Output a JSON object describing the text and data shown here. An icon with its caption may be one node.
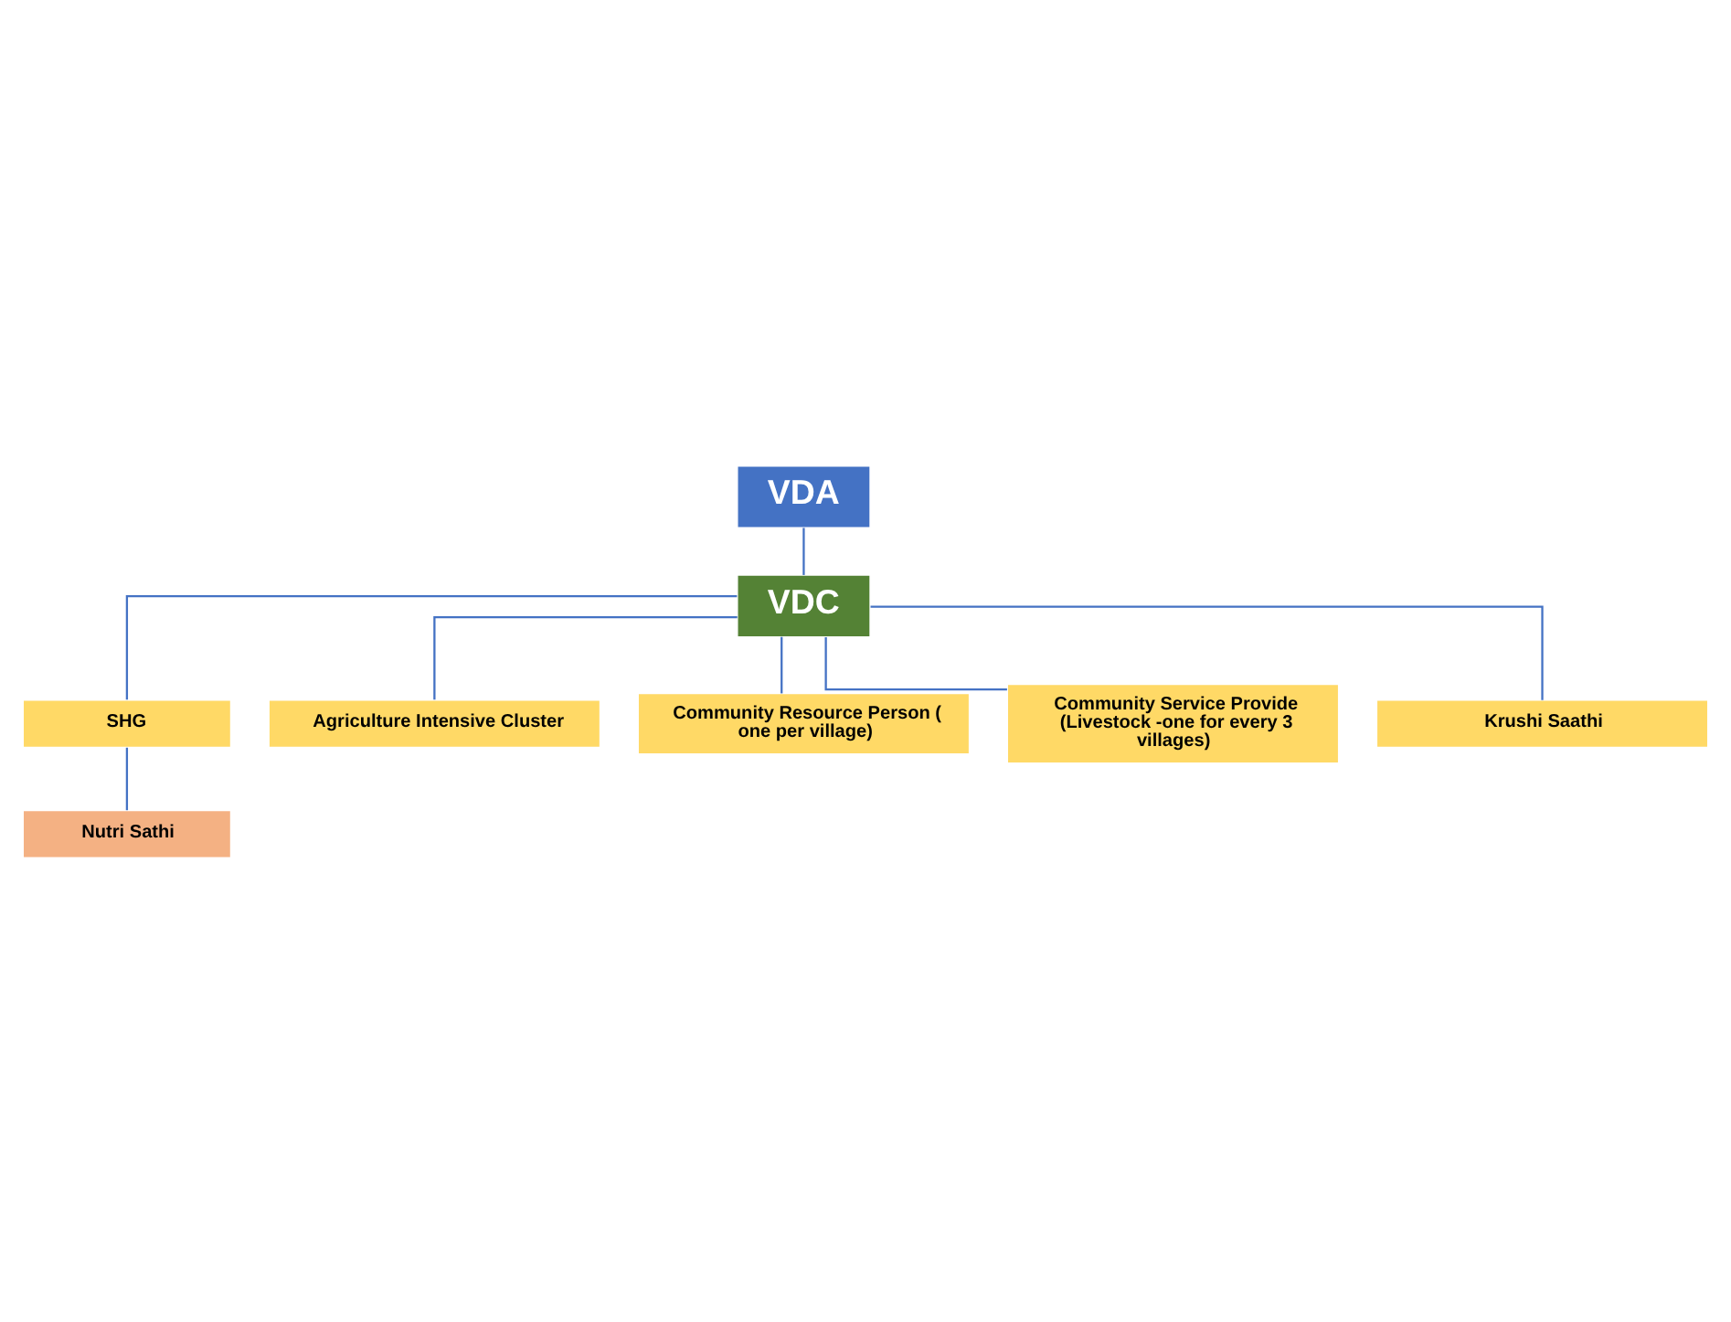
{
  "diagram": {
    "nodes": [
      {
        "text": [
          "VDA"
        ]
      },
      {
        "text": [
          "VDC"
        ]
      },
      {
        "text": [
          "SHG"
        ]
      },
      {
        "text": [
          "Agriculture Intensive Cluster"
        ]
      },
      {
        "text": [
          "Nutri Sathi"
        ]
      },
      {
        "text": [
          "Community Resource Person ( one per village)"
        ]
      },
      {
        "text": [
          "Community Service Provide (Livestock -one for every 3 villages)"
        ]
      },
      {
        "text": [
          "Krushi Saathi"
        ]
      }
    ],
    "edges": [
      {
        "from": 0,
        "to": 1,
        "arrow": "none"
      },
      {
        "from": 1,
        "to": 2,
        "arrow": "none"
      },
      {
        "from": 1,
        "to": 3,
        "arrow": "none"
      },
      {
        "from": 2,
        "to": 4,
        "arrow": "none"
      },
      {
        "from": 1,
        "to": 5,
        "arrow": "none"
      },
      {
        "from": 1,
        "to": 6,
        "arrow": "none"
      },
      {
        "from": 1,
        "to": 7,
        "arrow": "none"
      }
    ]
  }
}
